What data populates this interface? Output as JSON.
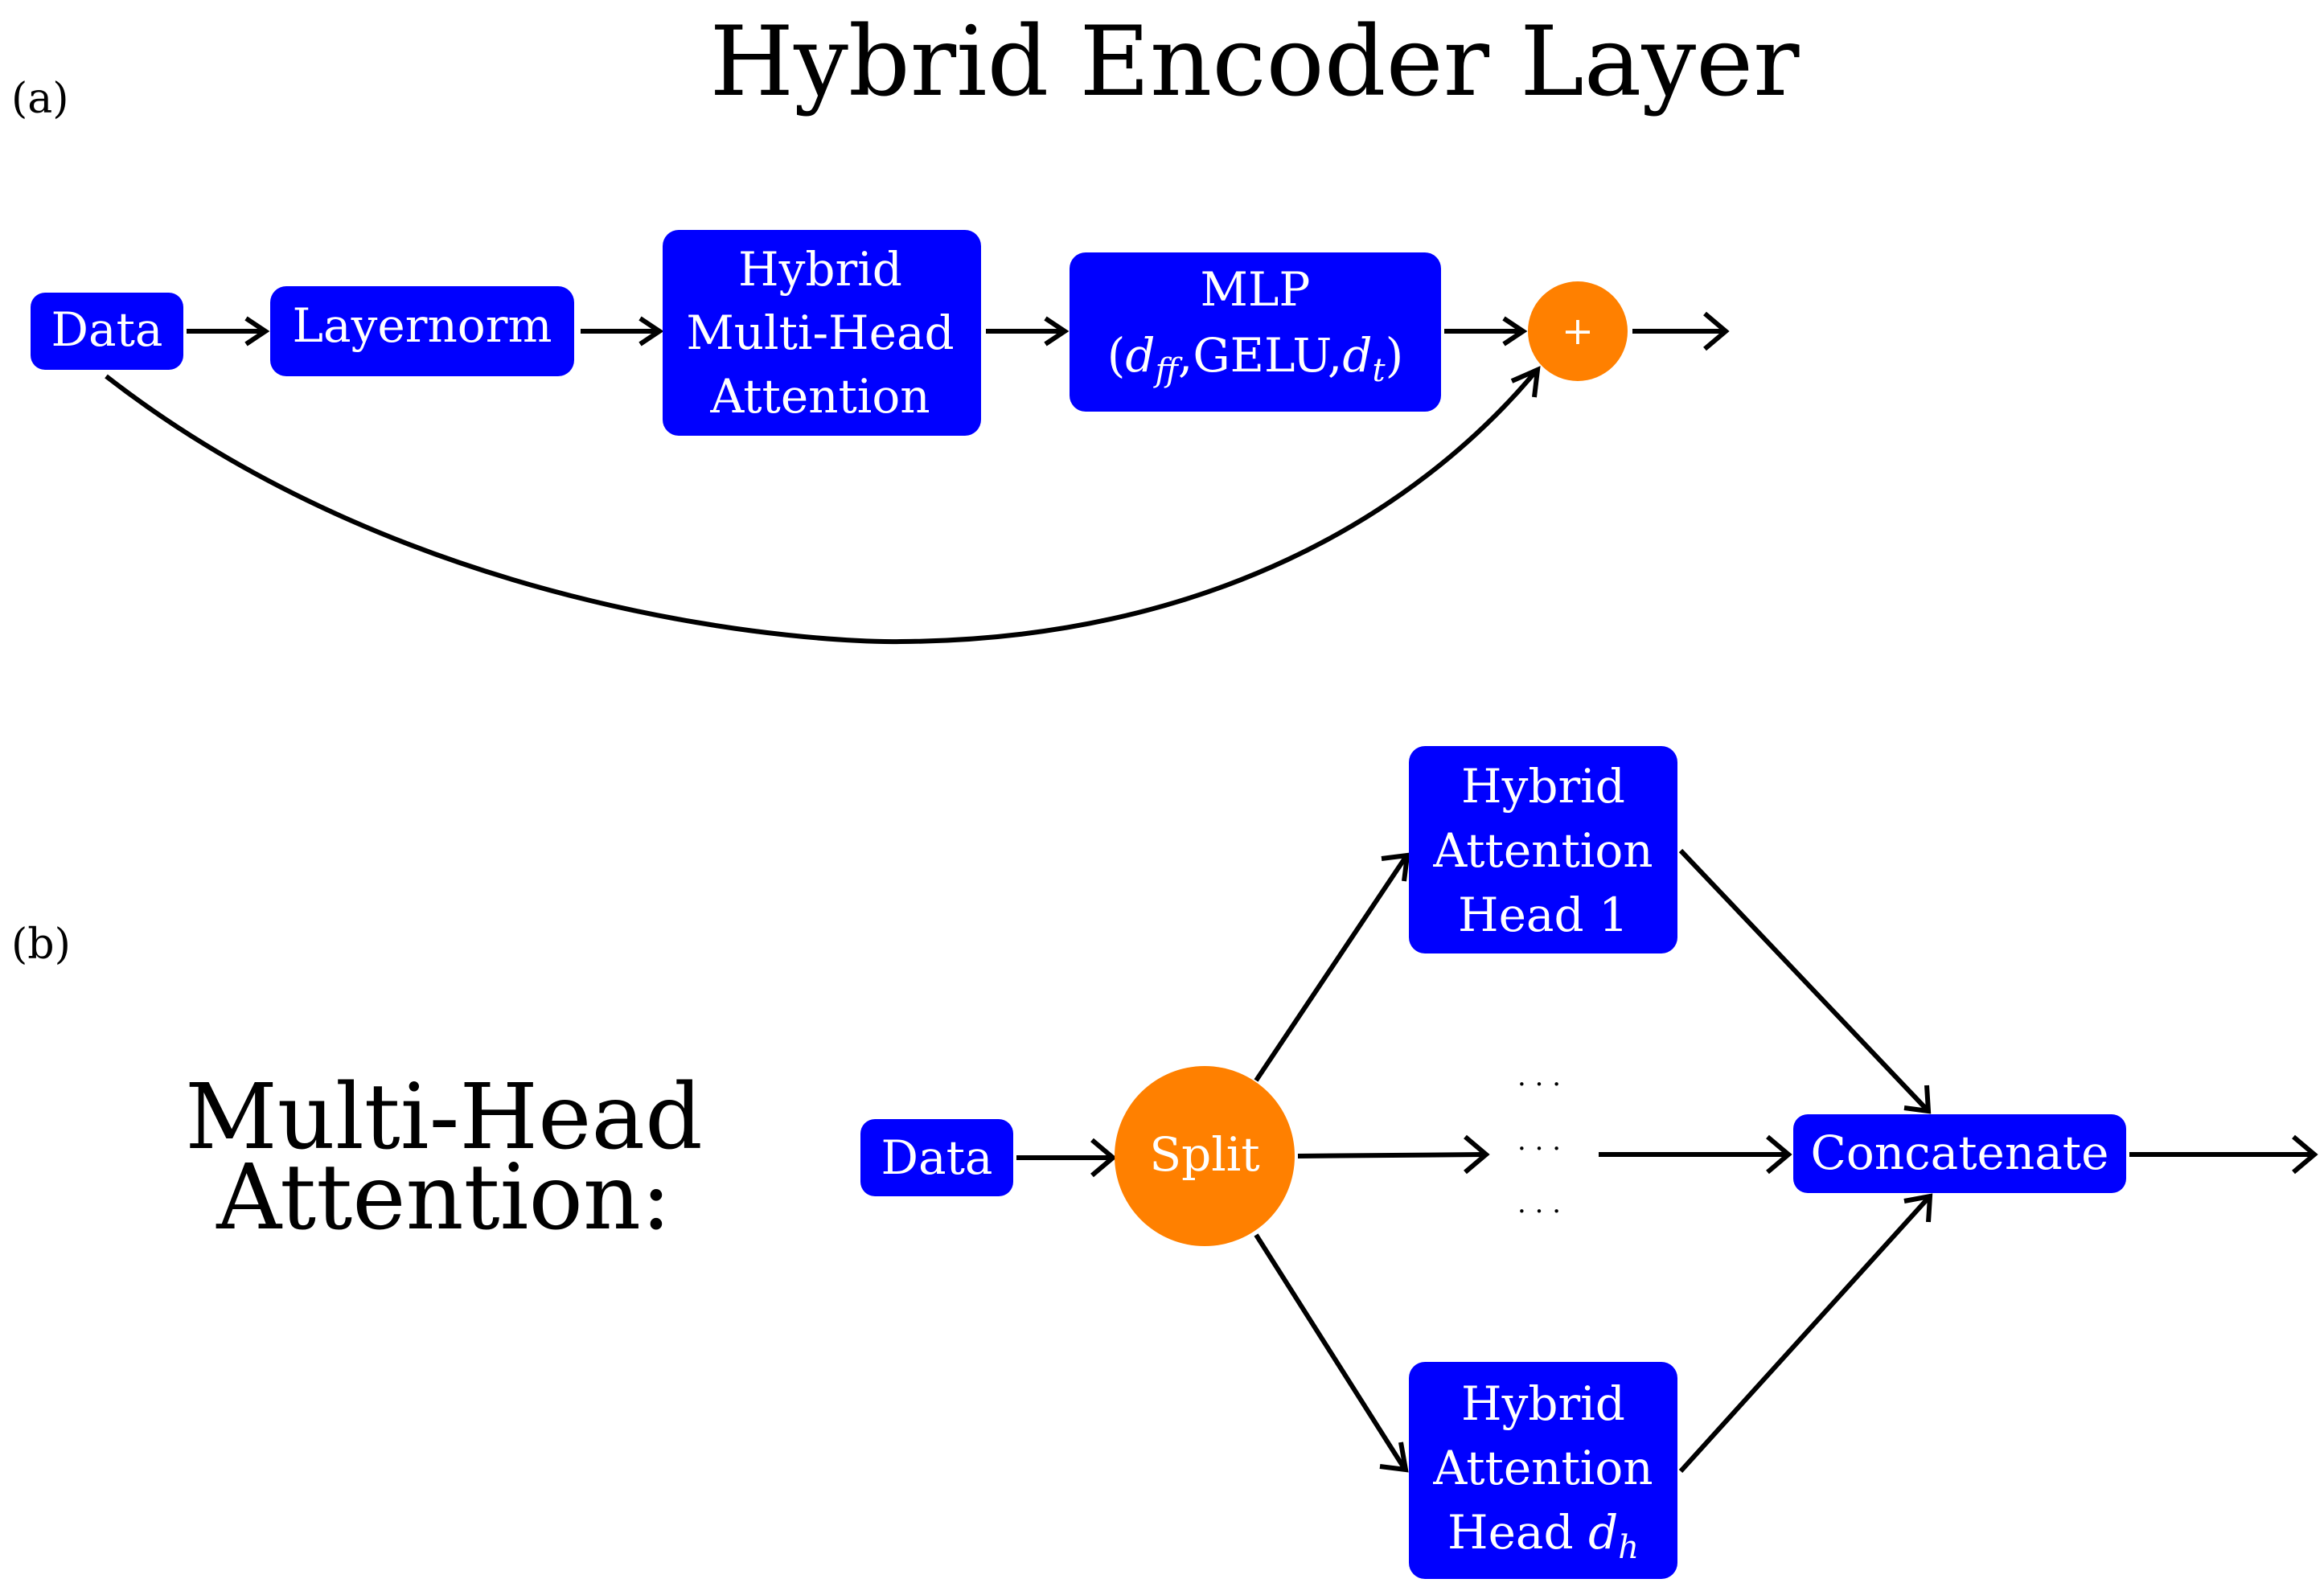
{
  "title": "Hybrid Encoder Layer",
  "panel_a": {
    "label": "(a)",
    "nodes": {
      "data": "Data",
      "layernorm": "Layernorm",
      "hmha": [
        "Hybrid",
        "Multi-Head",
        "Attention"
      ],
      "mlp_line1": "MLP",
      "mlp_open": "(",
      "mlp_d": "d",
      "mlp_ff": "ff",
      "mlp_mid": ",GELU,",
      "mlp_d2": "d",
      "mlp_t": "t",
      "mlp_close": ")",
      "plus": "+"
    }
  },
  "panel_b": {
    "label": "(b)",
    "heading": [
      "Multi-Head",
      "Attention:"
    ],
    "nodes": {
      "data": "Data",
      "split": "Split",
      "head1": [
        "Hybrid",
        "Attention",
        "Head 1"
      ],
      "headh_l1": "Hybrid",
      "headh_l2": "Attention",
      "headh_l3": "Head ",
      "headh_d": "d",
      "headh_h": "h",
      "dots": "· · ·",
      "concat": "Concatenate"
    }
  },
  "colors": {
    "box": "#0000ff",
    "circle": "#ff8000",
    "text_on_box": "#ffffff",
    "line": "#000000"
  }
}
